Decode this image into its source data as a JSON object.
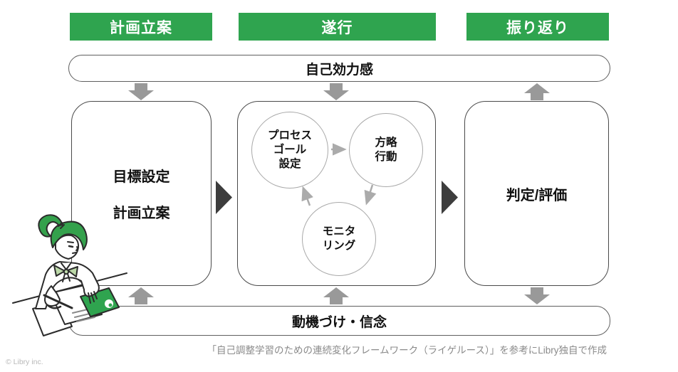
{
  "phases": [
    {
      "label": "計画立案"
    },
    {
      "label": "遂行"
    },
    {
      "label": "振り返り"
    }
  ],
  "bars": {
    "self_efficacy": "自己効力感",
    "motivation_belief": "動機づけ・信念"
  },
  "stages": {
    "planning": {
      "lines": [
        "目標設定",
        "計画立案"
      ]
    },
    "execution": {
      "circles": [
        {
          "name": "process-goal-setting",
          "lines": [
            "プロセス",
            "ゴール",
            "設定"
          ]
        },
        {
          "name": "strategy-action",
          "lines": [
            "方略",
            "行動"
          ]
        },
        {
          "name": "monitoring",
          "lines": [
            "モニタ",
            "リング"
          ]
        }
      ]
    },
    "evaluation": {
      "label": "判定/評価"
    }
  },
  "footer": {
    "caption": "「自己調整学習のための連続変化フレームワーク（ライゲルース）」を参考にLibry独自で作成",
    "copyright": "© Libry inc."
  },
  "colors": {
    "brand_green": "#2FA44F",
    "block_arrow_gray": "#999999",
    "dark_triangle": "#3D3D3D",
    "circle_border_gray": "#A9A9A9"
  }
}
